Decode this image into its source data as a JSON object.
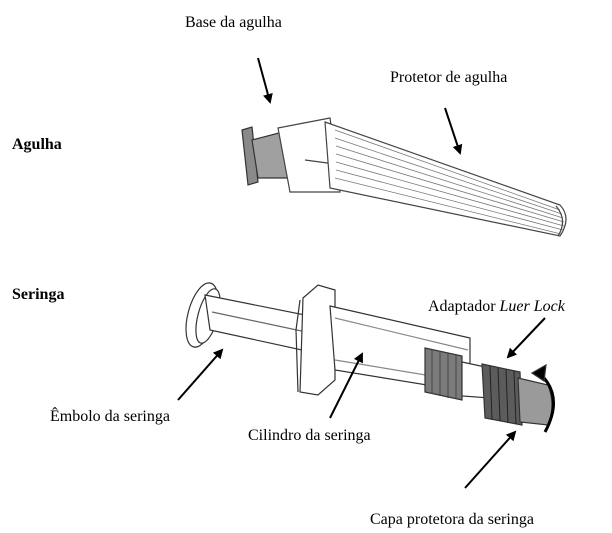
{
  "labels": {
    "needle_hub": "Base da agulha",
    "needle_guard": "Protetor de agulha",
    "needle": "Agulha",
    "syringe": "Seringa",
    "luer_prefix": "Adaptador ",
    "luer_italic": "Luer Lock",
    "plunger": "Êmbolo da seringa",
    "barrel": "Cilindro da seringa",
    "syringe_cap": "Capa protetora da seringa"
  }
}
